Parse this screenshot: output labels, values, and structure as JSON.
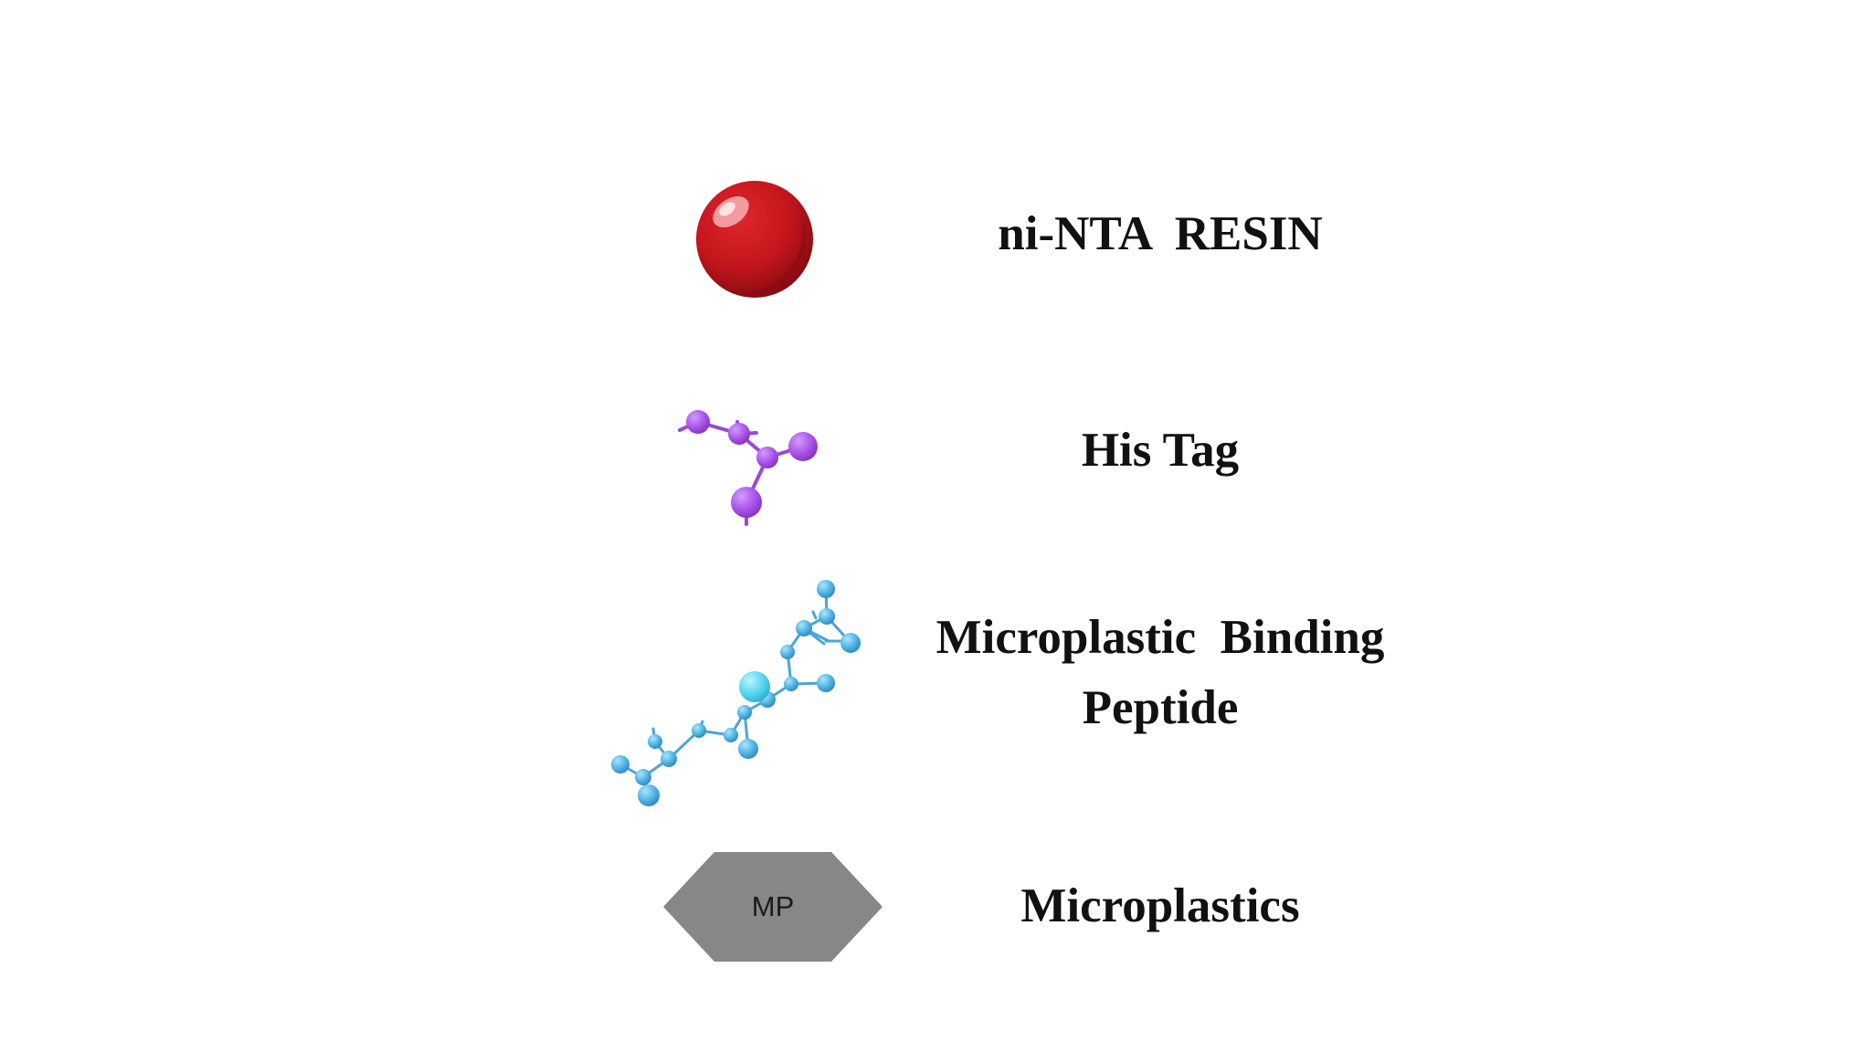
{
  "legend": {
    "items": [
      {
        "label": "ni-NTA  RESIN",
        "icon": "red-sphere-icon",
        "color": "#c4161c"
      },
      {
        "label": "His Tag",
        "icon": "purple-molecule-icon",
        "color": "#a64ee6"
      },
      {
        "label": "Microplastic  Binding\nPeptide",
        "icon": "blue-molecule-icon",
        "color": "#48aee0"
      },
      {
        "label": "Microplastics",
        "icon": "gray-hexagon-icon",
        "color": "#858789",
        "badge": "MP"
      }
    ]
  }
}
